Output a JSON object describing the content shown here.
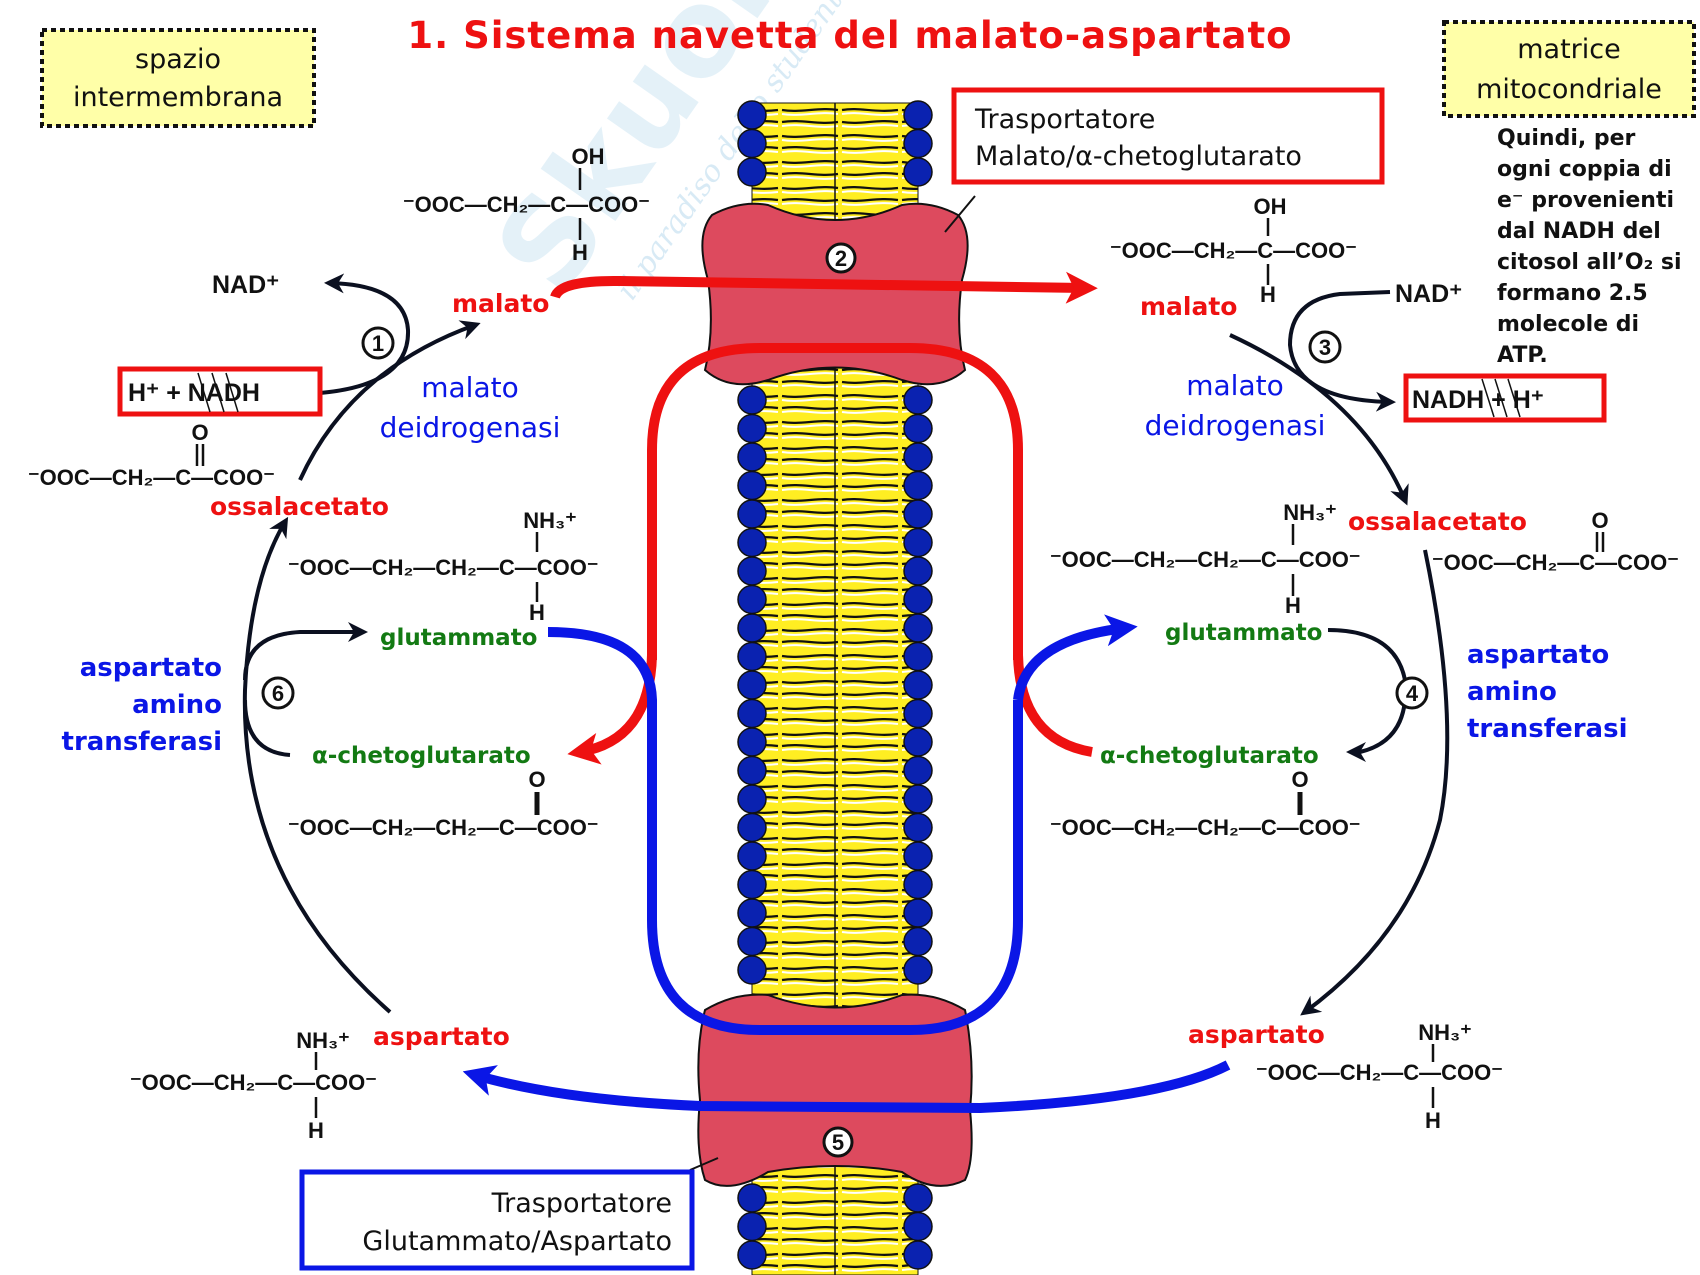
{
  "title": "1. Sistema navetta del malato-aspartato",
  "watermark": {
    "brand": "Skuola.net",
    "tagline": "il paradiso dello studente"
  },
  "compartments": {
    "left": {
      "line1": "spazio",
      "line2": "intermembrana"
    },
    "right": {
      "line1": "matrice",
      "line2": "mitocondriale"
    }
  },
  "note": {
    "lines": [
      "Quindi, per",
      "ogni coppia di",
      "e⁻ provenienti",
      "dal NADH del",
      "citosol all’O₂ si",
      "formano 2.5",
      "molecole di",
      "ATP."
    ]
  },
  "transporters": {
    "malate_akg": {
      "line1": "Trasportatore",
      "line2": "Malato/α-chetoglutarato",
      "step": "2"
    },
    "glu_asp": {
      "line1": "Trasportatore",
      "line2": "Glutammato/Aspartato",
      "step": "5"
    }
  },
  "steps": [
    "1",
    "2",
    "3",
    "4",
    "5",
    "6"
  ],
  "colors": {
    "red": "#ee1111",
    "blue": "#0a16e6",
    "green": "#137a13",
    "membrane_head": "#0a22b0",
    "membrane_tail": "#ffee22",
    "transporter": "#dd4a5e",
    "compartment_bg": "#ffffa8"
  },
  "left_side": {
    "malato": "malato",
    "ossalacetato": "ossalacetato",
    "glutammato": "glutammato",
    "akg": "α-chetoglutarato",
    "aspartato": "aspartato",
    "enzyme_mdh": {
      "line1": "malato",
      "line2": "deidrogenasi"
    },
    "enzyme_ast": {
      "line1": "aspartato",
      "line2": "amino",
      "line3": "transferasi"
    },
    "nad_plus": "NAD⁺",
    "nadh_box": "H⁺ + NADH",
    "malate_formula": {
      "top": "OH",
      "main": "⁻OOC—CH₂—C—COO⁻",
      "bottom": "H"
    },
    "oxaloacetate_formula": {
      "top": "O",
      "main": "⁻OOC—CH₂—C—COO⁻"
    },
    "glutamate_formula": {
      "top": "NH₃⁺",
      "main": "⁻OOC—CH₂—CH₂—C—COO⁻",
      "bottom": "H"
    },
    "akg_formula": {
      "top": "O",
      "main": "⁻OOC—CH₂—CH₂—C—COO⁻"
    },
    "aspartate_formula": {
      "top": "NH₃⁺",
      "main": "⁻OOC—CH₂—C—COO⁻",
      "bottom": "H"
    }
  },
  "right_side": {
    "malato": "malato",
    "ossalacetato": "ossalacetato",
    "glutammato": "glutammato",
    "akg": "α-chetoglutarato",
    "aspartato": "aspartato",
    "enzyme_mdh": {
      "line1": "malato",
      "line2": "deidrogenasi"
    },
    "enzyme_ast": {
      "line1": "aspartato",
      "line2": "amino",
      "line3": "transferasi"
    },
    "nad_plus": "NAD⁺",
    "nadh_box": "NADH + H⁺",
    "malate_formula": {
      "top": "OH",
      "main": "⁻OOC—CH₂—C—COO⁻",
      "bottom": "H"
    },
    "oxaloacetate_formula": {
      "top": "O",
      "main": "⁻OOC—CH₂—C—COO⁻"
    },
    "glutamate_formula": {
      "top": "NH₃⁺",
      "main": "⁻OOC—CH₂—CH₂—C—COO⁻",
      "bottom": "H"
    },
    "akg_formula": {
      "top": "O",
      "main": "⁻OOC—CH₂—CH₂—C—COO⁻"
    },
    "aspartate_formula": {
      "top": "NH₃⁺",
      "main": "⁻OOC—CH₂—C—COO⁻",
      "bottom": "H"
    }
  }
}
